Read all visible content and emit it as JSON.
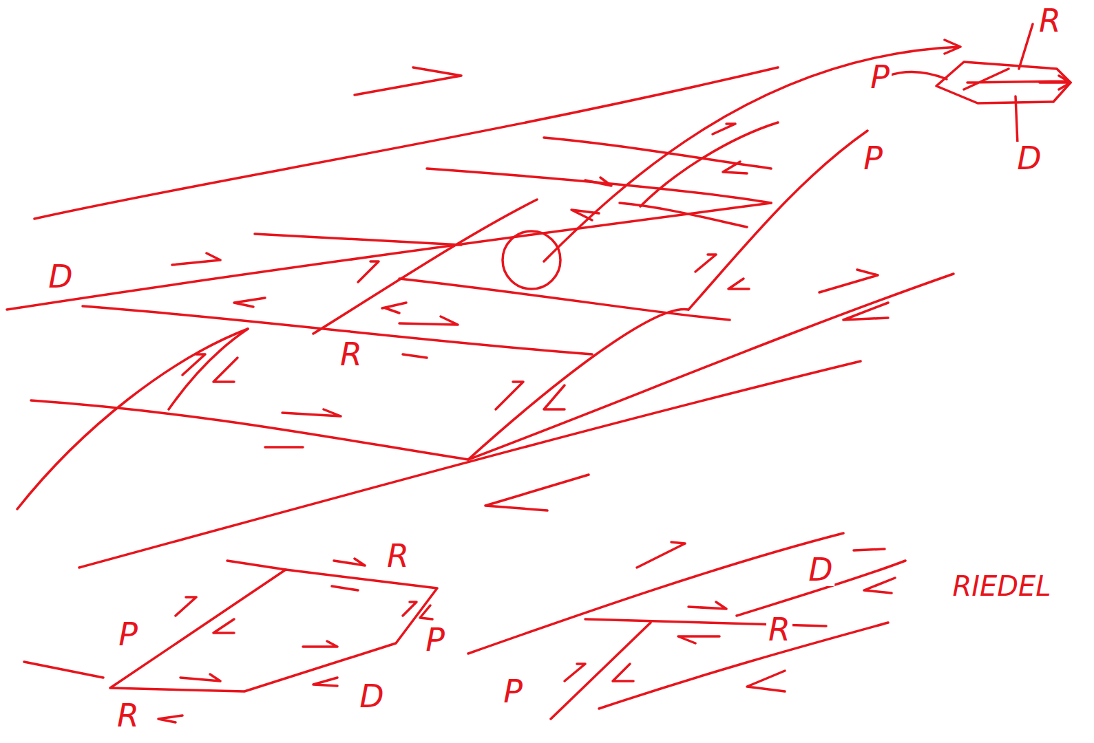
{
  "diagram": {
    "labels": [
      "R",
      "P",
      "P",
      "D",
      "D",
      "R",
      "R",
      "D",
      "RIEDEL",
      "R",
      "P",
      "P",
      "P",
      "D",
      "R"
    ]
  }
}
